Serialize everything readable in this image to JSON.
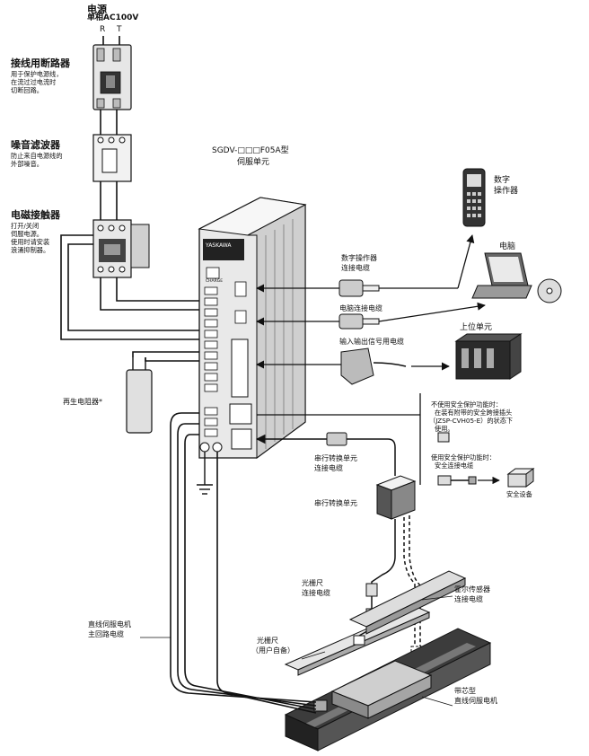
{
  "power": {
    "title": "电源",
    "spec": "单相AC100V",
    "r": "R",
    "t": "T"
  },
  "breaker": {
    "title": "接线用断路器",
    "desc1": "用于保护电源线，",
    "desc2": "在流过过电流时",
    "desc3": "切断回路。"
  },
  "filter": {
    "title": "噪音滤波器",
    "desc1": "防止来自电源线的",
    "desc2": "外部噪音。"
  },
  "contactor": {
    "title": "电磁接触器",
    "desc1": "打开/关闭",
    "desc2": "伺服电源。",
    "desc3": "使用时请安装",
    "desc4": "浪涌抑制器。"
  },
  "servo": {
    "model": "SGDV-□□□F05A型",
    "name": "伺服单元",
    "brand": "YASKAWA",
    "charge": "CHARGE"
  },
  "operator": {
    "title1": "数字",
    "title2": "操作器"
  },
  "operator_cable": {
    "line1": "数字操作器",
    "line2": "连接电缆"
  },
  "pc": {
    "title": "电脑"
  },
  "pc_cable": {
    "label": "电脑连接电缆"
  },
  "host": {
    "title": "上位单元"
  },
  "io_cable": {
    "label": "输入输出信号用电缆"
  },
  "regen": {
    "label": "再生电阻器*"
  },
  "safety": {
    "no1": "不使用安全保护功能时：",
    "no2": "在装有附带的安全跨接插头",
    "no3": "（JZSP-CVH05-E）的状态下",
    "no4": "使用。",
    "yes1": "使用安全保护功能时：",
    "yes2": "安全连接电缆",
    "device": "安全设备"
  },
  "serial_cable": {
    "line1": "串行转换单元",
    "line2": "连接电缆"
  },
  "serial_unit": {
    "label": "串行转换单元"
  },
  "scale_cable": {
    "line1": "光栅尺",
    "line2": "连接电缆"
  },
  "hall_cable": {
    "line1": "霍尔传感器",
    "line2": "连接电缆"
  },
  "scale": {
    "line1": "光栅尺",
    "line2": "（用户自备）"
  },
  "main_cable": {
    "line1": "直线伺服电机",
    "line2": "主回路电缆"
  },
  "motor": {
    "line1": "带芯型",
    "line2": "直线伺服电机"
  }
}
